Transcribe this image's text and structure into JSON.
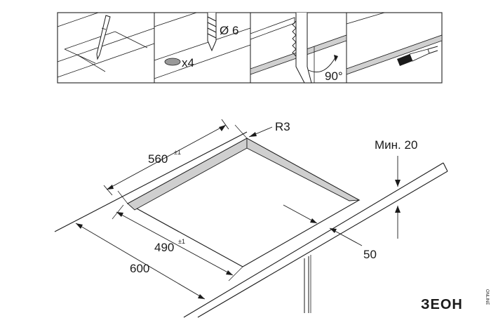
{
  "steps": {
    "diameter": "Ø 6",
    "count": "x4",
    "angle": "90°"
  },
  "dims": {
    "radius": "R3",
    "depth": "560",
    "depth_tol": "±1",
    "width": "490",
    "width_tol": "±1",
    "worktop": "600",
    "min_gap": "Мин. 20",
    "margin": "50"
  },
  "brand": {
    "logo": "ЗЕОН",
    "tag": "ONLINE"
  },
  "colors": {
    "line": "#1a1a1a",
    "cutout": "#cfcfcf",
    "panel_border": "#333333"
  }
}
